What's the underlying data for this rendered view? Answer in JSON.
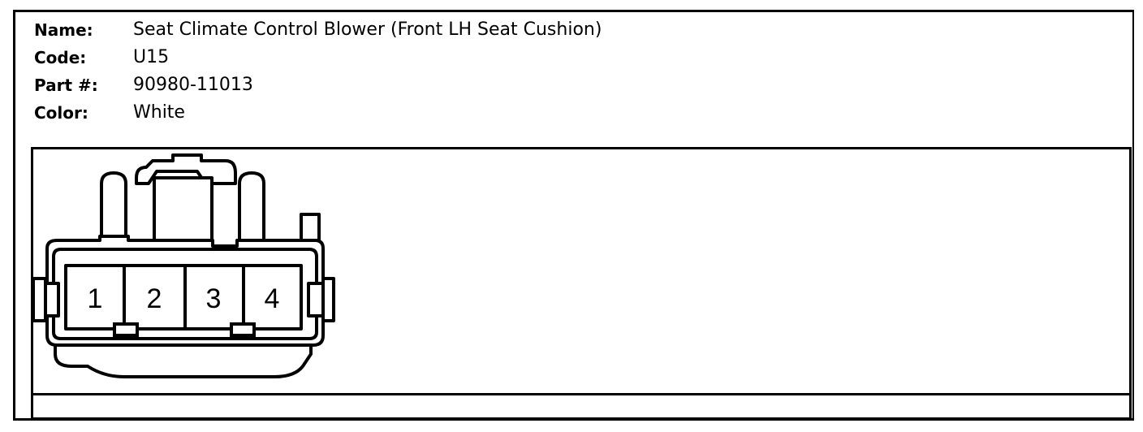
{
  "connector_info": {
    "name_label": "Name:",
    "name_value": "Seat Climate Control Blower (Front LH Seat Cushion)",
    "code_label": "Code:",
    "code_value": "U15",
    "part_label": "Part #:",
    "part_value": "90980-11013",
    "color_label": "Color:",
    "color_value": "White"
  },
  "pins": [
    "1",
    "2",
    "3",
    "4"
  ]
}
